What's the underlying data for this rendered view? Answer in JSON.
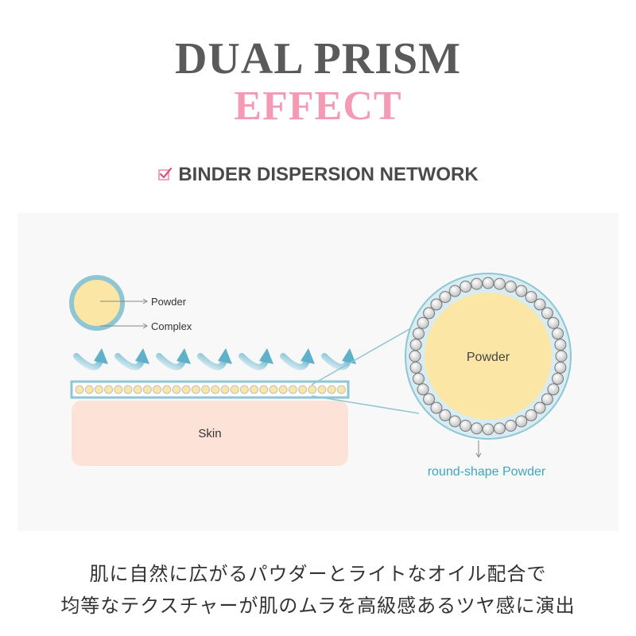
{
  "header": {
    "title_line1": "DUAL PRISM",
    "title_line2": "EFFECT"
  },
  "section": {
    "label": "BINDER DISPERSION NETWORK",
    "icon": "checkbox-icon"
  },
  "diagram": {
    "legend_powder": "Powder",
    "legend_complex": "Complex",
    "skin_label": "Skin",
    "zoom_powder_label": "Powder",
    "zoom_caption": "round-shape Powder",
    "colors": {
      "powder": "#fbe6a6",
      "complex": "#8ec6d4",
      "skin": "#fde2d6",
      "accent_text": "#3fa6c0",
      "bead": "#e9e9e9"
    }
  },
  "caption": {
    "line1": "肌に自然に広がるパウダーとライトなオイル配合で",
    "line2": "均等なテクスチャーが肌のムラを高級感あるツヤ感に演出"
  }
}
